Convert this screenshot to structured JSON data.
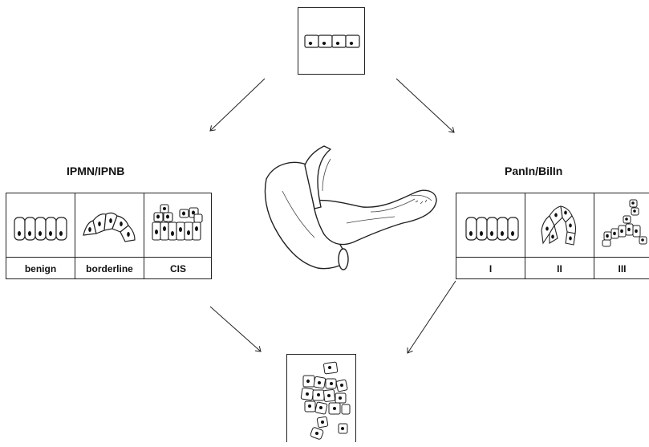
{
  "groups": {
    "ipmn": {
      "title": "IPMN/IPNB",
      "stages": [
        "benign",
        "borderline",
        "CIS"
      ]
    },
    "panin": {
      "title": "PanIn/BilIn",
      "stages": [
        "I",
        "II",
        "III"
      ]
    }
  }
}
